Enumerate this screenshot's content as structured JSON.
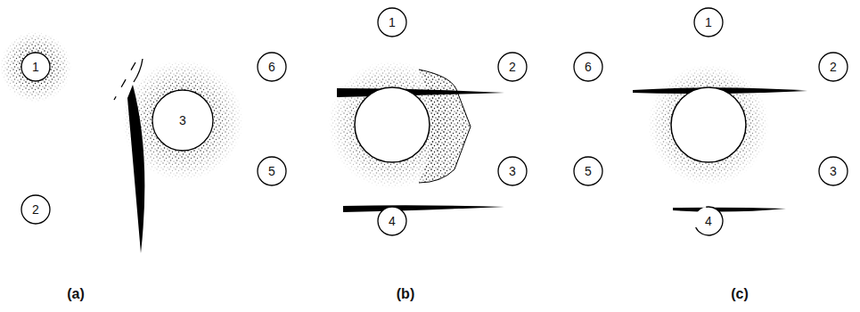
{
  "diagram": {
    "nodes": [
      {
        "text": [
          "1"
        ]
      },
      {
        "text": [
          "2"
        ]
      },
      {
        "text": [
          "3"
        ]
      },
      {
        "text": [
          "1"
        ]
      },
      {
        "text": [
          "2"
        ]
      },
      {
        "text": [
          "3"
        ]
      },
      {
        "text": [
          "4"
        ]
      },
      {
        "text": [
          "5"
        ]
      },
      {
        "text": [
          "6"
        ]
      },
      {
        "text": [
          "1"
        ]
      },
      {
        "text": [
          "2"
        ]
      },
      {
        "text": [
          "3"
        ]
      },
      {
        "text": [
          "4"
        ]
      },
      {
        "text": [
          "5"
        ]
      },
      {
        "text": [
          "6"
        ]
      }
    ],
    "labels": [
      "(a)",
      "(b)",
      "(c)"
    ]
  }
}
